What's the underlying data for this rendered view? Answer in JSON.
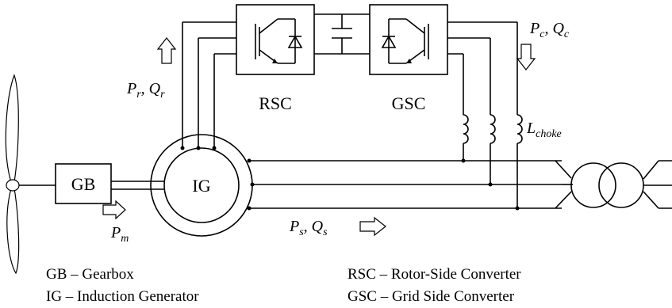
{
  "blocks": {
    "gearbox": "GB",
    "generator": "IG",
    "rsc": "RSC",
    "gsc": "GSC"
  },
  "flows": {
    "rotor": {
      "p": "P",
      "p_sub": "r",
      "sep": ", ",
      "q": "Q",
      "q_sub": "r"
    },
    "converter": {
      "p": "P",
      "p_sub": "c",
      "sep": ", ",
      "q": "Q",
      "q_sub": "c"
    },
    "stator": {
      "p": "P",
      "p_sub": "s",
      "sep": ", ",
      "q": "Q",
      "q_sub": "s"
    },
    "mechanical": {
      "p": "P",
      "p_sub": "m"
    }
  },
  "choke": {
    "main": "L",
    "sub": "choke"
  },
  "legend": {
    "left": [
      "GB – Gearbox",
      "IG – Induction Generator"
    ],
    "right": [
      "RSC – Rotor-Side Converter",
      "GSC – Grid Side Converter"
    ]
  }
}
